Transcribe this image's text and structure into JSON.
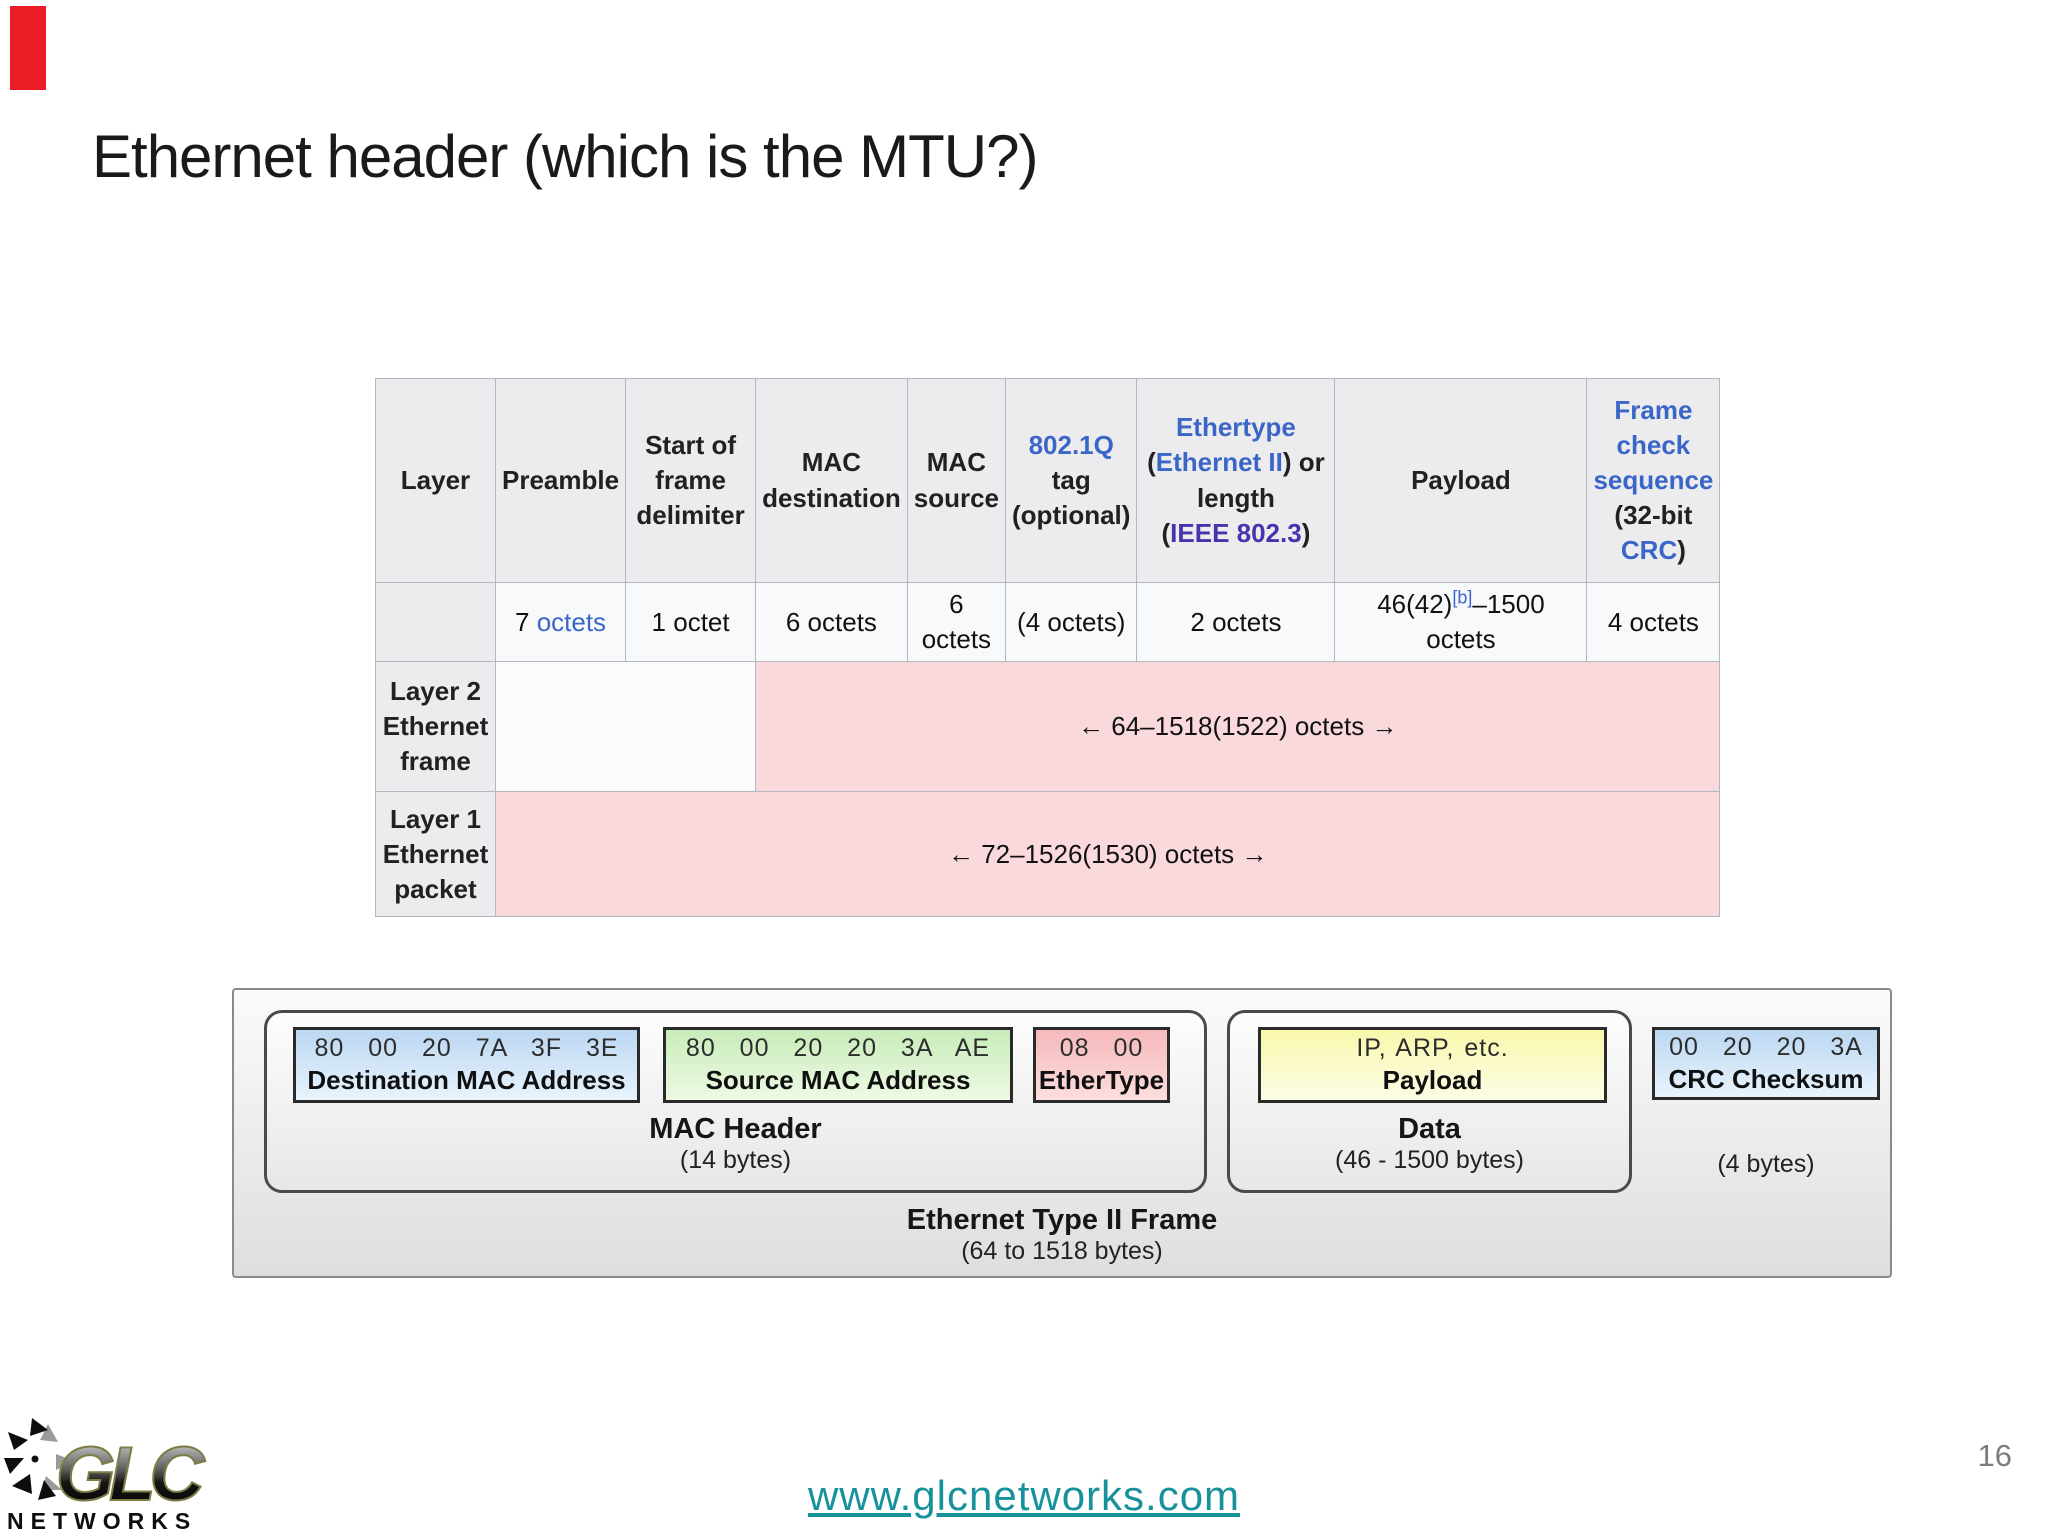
{
  "slide": {
    "title": "Ethernet header (which is the MTU?)",
    "page_number": "16",
    "footer_url": "www.glcnetworks.com",
    "logo": {
      "brand": "GLC",
      "sub": "NETWORKS"
    }
  },
  "frame_table": {
    "hdr": {
      "layer": "Layer",
      "preamble": "Preamble",
      "sfd_l1": "Start of",
      "sfd_l2": "frame",
      "sfd_l3": "delimiter",
      "macdest_l1": "MAC",
      "macdest_l2": "destination",
      "macsrc_l1": "MAC",
      "macsrc_l2": "source",
      "dot1q_link": "802.1Q",
      "dot1q_l2": "tag",
      "dot1q_l3": "(optional)",
      "ethertype_link": "Ethertype",
      "eth2_open": "(",
      "eth2_link": "Ethernet II",
      "eth2_close": ") or",
      "length_word": "length",
      "ieee_open": "(",
      "ieee_link": "IEEE 802.3",
      "ieee_close": ")",
      "payload": "Payload",
      "fcs_l1": "Frame",
      "fcs_l2": "check",
      "fcs_l3": "sequence",
      "fcs_l4": "(32-bit",
      "fcs_crc": "CRC",
      "fcs_close": ")"
    },
    "octets": {
      "preamble_num": "7 ",
      "preamble_link": "octets",
      "sfd": "1 octet",
      "macdest": "6 octets",
      "macsrc_l1": "6",
      "macsrc_l2": "octets",
      "dot1q": "(4 octets)",
      "ethertype": "2 octets",
      "payload_pre": "46(42)",
      "payload_sup": "[b]",
      "payload_post": "–1500 octets",
      "fcs": "4 octets"
    },
    "layer2": {
      "l1": "Layer 2",
      "l2": "Ethernet",
      "l3": "frame",
      "span": "← 64–1518(1522) octets →"
    },
    "layer1": {
      "l1": "Layer 1",
      "l2": "Ethernet",
      "l3": "packet",
      "span": "← 72–1526(1530) octets →"
    }
  },
  "frame_diagram": {
    "dest": {
      "hex": "80  00  20  7A  3F  3E",
      "label": "Destination MAC Address"
    },
    "src": {
      "hex": "80  00  20  20  3A  AE",
      "label": "Source MAC Address"
    },
    "ethertype": {
      "hex": "08  00",
      "label": "EtherType"
    },
    "payload": {
      "hex": "IP, ARP, etc.",
      "label": "Payload"
    },
    "crc": {
      "hex": "00  20  20  3A",
      "label": "CRC Checksum"
    },
    "mac_header": {
      "title": "MAC Header",
      "sub": "(14 bytes)"
    },
    "data_group": {
      "title": "Data",
      "sub": "(46 - 1500 bytes)"
    },
    "crc_caption": "(4 bytes)",
    "frame_caption": {
      "title": "Ethernet Type II Frame",
      "sub": "(64 to 1518 bytes)"
    }
  },
  "colors": {
    "accent_red": "#ec1c27",
    "link_blue": "#3a66c8",
    "visited_link": "#4434ae",
    "table_pink": "#f9d9dc",
    "url_teal": "#17929b"
  }
}
